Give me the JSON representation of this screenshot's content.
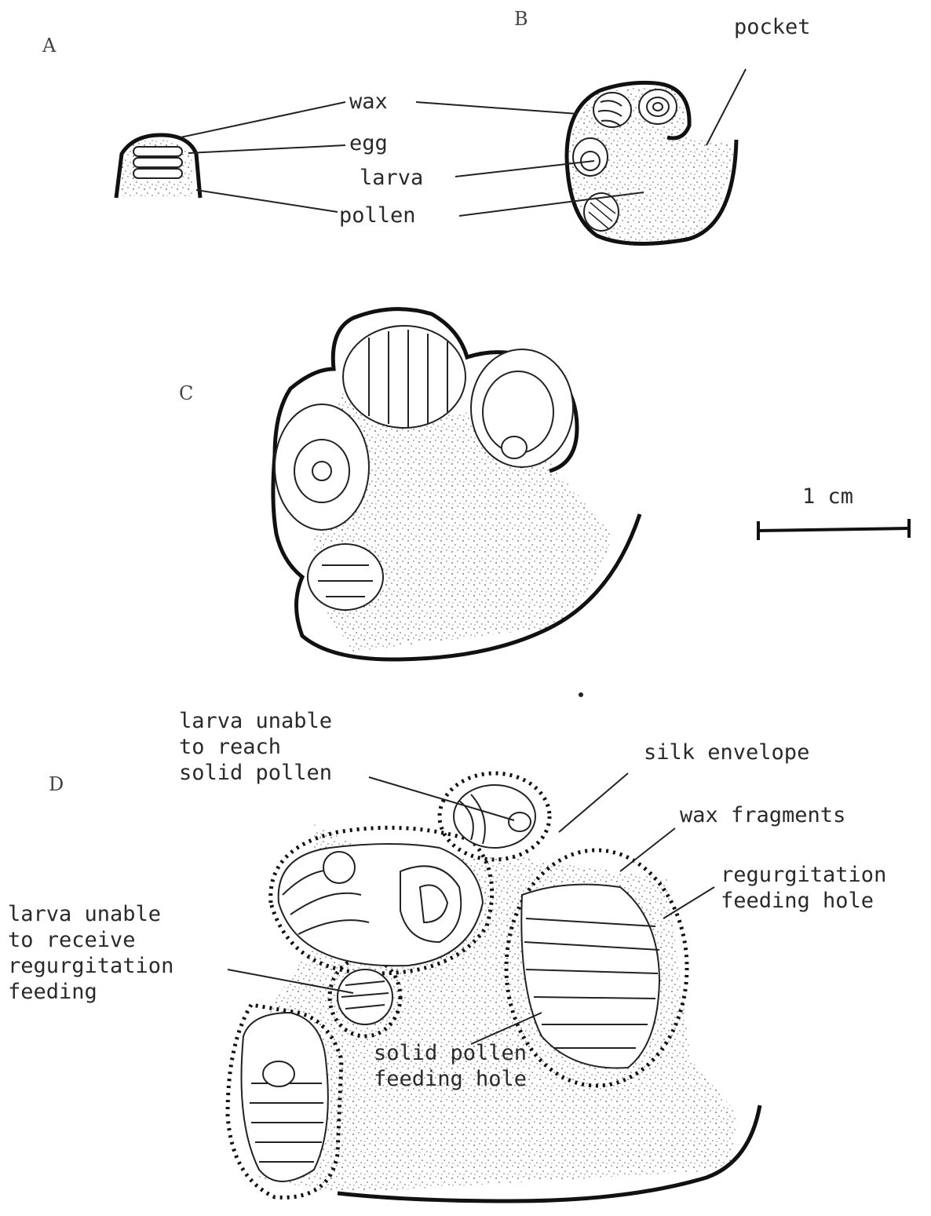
{
  "panels": {
    "A": "A",
    "B": "B",
    "C": "C",
    "D": "D"
  },
  "labels": {
    "pocket": "pocket",
    "wax": "wax",
    "egg": "egg",
    "larva": "larva",
    "pollen": "pollen",
    "scale": "1 cm",
    "larva_unable_reach": "larva unable\nto reach\nsolid pollen",
    "silk_envelope": "silk envelope",
    "wax_fragments": "wax fragments",
    "regurgitation_hole": "regurgitation\nfeeding hole",
    "larva_unable_receive": "larva unable\nto receive\nregurgitation\nfeeding",
    "solid_pollen_hole": "solid pollen\nfeeding hole"
  }
}
